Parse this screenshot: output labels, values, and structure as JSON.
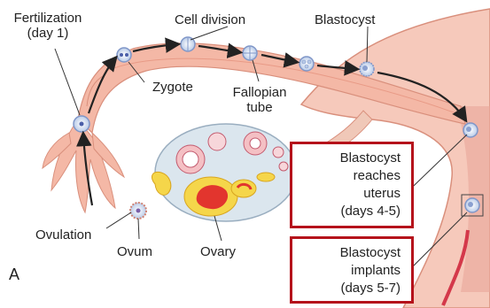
{
  "labels": {
    "fertilization": [
      "Fertilization",
      "(day 1)"
    ],
    "cell_division": "Cell division",
    "blastocyst": "Blastocyst",
    "zygote": "Zygote",
    "fallopian_tube": [
      "Fallopian",
      "tube"
    ],
    "ovulation": "Ovulation",
    "ovum": "Ovum",
    "ovary": "Ovary",
    "panel": "A"
  },
  "boxes": {
    "reaches_uterus": [
      "Blastocyst",
      "reaches",
      "uterus",
      "(days 4-5)"
    ],
    "implants": [
      "Blastocyst",
      "implants",
      "(days 5-7)"
    ]
  },
  "colors": {
    "tube": "#f4b8a6",
    "uterus": "#f6c9bb",
    "ovary": "#dbe6ee",
    "follicle_yellow": "#f5d64a",
    "follicle_red": "#e2352e",
    "box_border": "#b5121b",
    "arrow": "#222222"
  }
}
